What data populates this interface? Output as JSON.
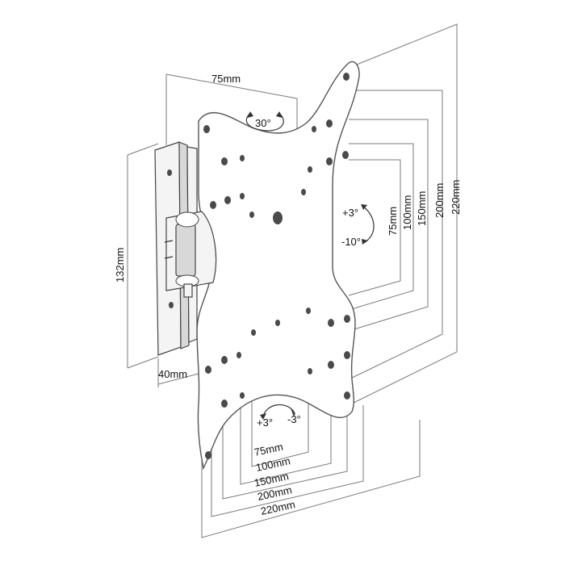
{
  "dimensions": {
    "bracket_width": "75mm",
    "bracket_height": "132mm",
    "wall_depth": "40mm",
    "vertical_vesa": [
      "75mm",
      "100mm",
      "150mm",
      "200mm",
      "220mm"
    ],
    "horizontal_vesa": [
      "75mm",
      "100mm",
      "150mm",
      "200mm",
      "220mm"
    ]
  },
  "angles": {
    "swivel": "30°",
    "tilt_up": "+3°",
    "tilt_down": "-10°",
    "level_left": "+3°",
    "level_right": "-3°"
  }
}
